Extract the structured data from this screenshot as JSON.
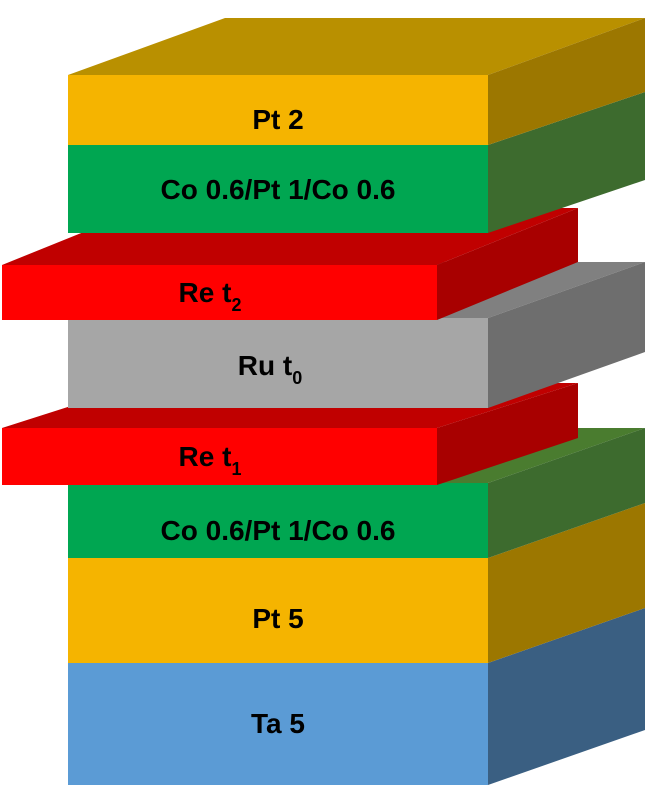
{
  "diagram": {
    "layers": [
      {
        "id": "pt-top",
        "text": "Pt 2",
        "sub": "",
        "color": "#f5b400",
        "side": "#9c7700",
        "top": "#b99000"
      },
      {
        "id": "co-top",
        "text": "Co 0.6/Pt 1/Co 0.6",
        "sub": "",
        "color": "#00a651",
        "side": "#3d6b2e",
        "top": "#4a7c2f"
      },
      {
        "id": "re-top",
        "text": "Re t",
        "sub": "2",
        "color": "#ff0000",
        "side": "#a80000",
        "top": "#c00000"
      },
      {
        "id": "ru",
        "text": "Ru t",
        "sub": "0",
        "color": "#a6a6a6",
        "side": "#6e6e6e",
        "top": "#808080"
      },
      {
        "id": "re-bottom",
        "text": "Re t",
        "sub": "1",
        "color": "#ff0000",
        "side": "#a80000",
        "top": "#c00000"
      },
      {
        "id": "co-bottom",
        "text": "Co 0.6/Pt 1/Co 0.6",
        "sub": "",
        "color": "#00a651",
        "side": "#3d6b2e",
        "top": "#4a7c2f"
      },
      {
        "id": "pt-bottom",
        "text": "Pt 5",
        "sub": "",
        "color": "#f5b400",
        "side": "#9c7700",
        "top": "#b99000"
      },
      {
        "id": "ta",
        "text": "Ta 5",
        "sub": "",
        "color": "#5b9bd5",
        "side": "#3a5f82",
        "top": "#4a7aa8"
      }
    ]
  }
}
